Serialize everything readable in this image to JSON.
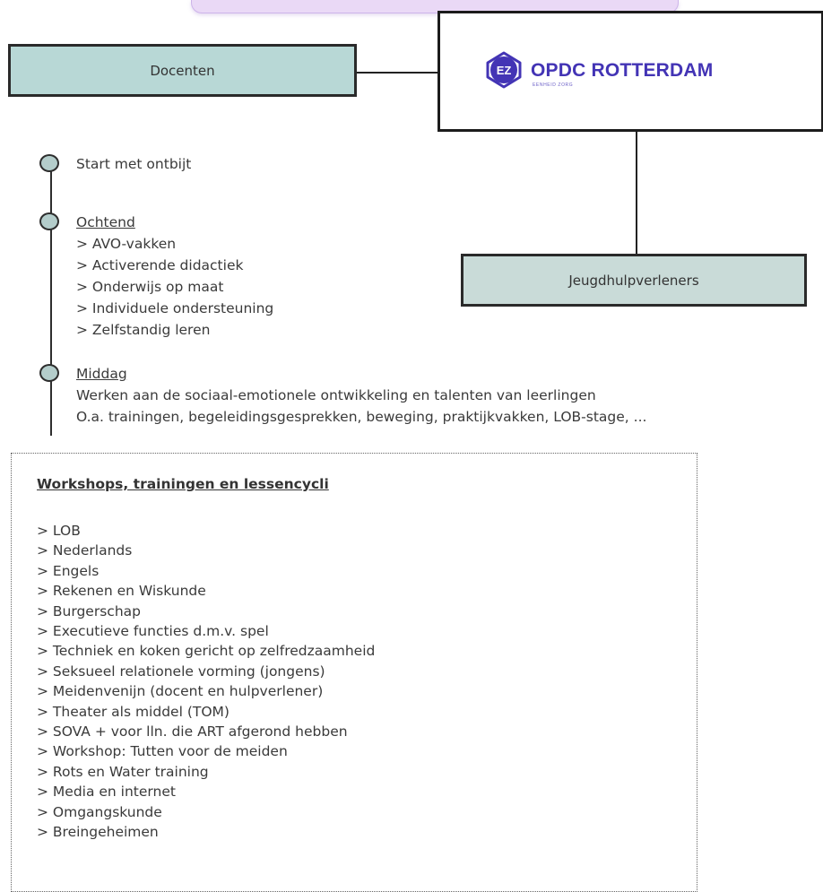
{
  "nodes": {
    "docenten": "Docenten",
    "jeugdhulpverleners": "Jeugdhulpverleners"
  },
  "logo": {
    "mark_text": "EZ",
    "name": "OPDC ROTTERDAM",
    "subtitle": "EENHEID ZORG",
    "color": "#4334b5"
  },
  "timeline": {
    "start": "Start met ontbijt",
    "ochtend": {
      "heading": "Ochtend",
      "items": [
        "> AVO-vakken",
        "> Activerende didactiek",
        "> Onderwijs op maat",
        "> Individuele ondersteuning",
        "> Zelfstandig leren"
      ]
    },
    "middag": {
      "heading": "Middag",
      "lines": [
        "Werken aan de sociaal-emotionele ontwikkeling en talenten van leerlingen",
        "O.a. trainingen, begeleidingsgesprekken, beweging, praktijkvakken, LOB-stage, ..."
      ]
    }
  },
  "workshops": {
    "title": "Workshops, trainingen en lessencycli",
    "items": [
      "> LOB",
      "> Nederlands",
      "> Engels",
      "> Rekenen en Wiskunde",
      "> Burgerschap",
      "> Executieve functies d.m.v. spel",
      "> Techniek en koken gericht op zelfredzaamheid",
      "> Seksueel relationele vorming (jongens)",
      "> Meidenvenijn (docent en hulpverlener)",
      "> Theater als middel (TOM)",
      "> SOVA + voor lln. die ART afgerond hebben",
      "> Workshop: Tutten voor de meiden",
      "> Rots en Water training",
      "> Media en internet",
      "> Omgangskunde",
      "> Breingeheimen"
    ]
  },
  "colors": {
    "docenten_fill": "#b8d8d6",
    "jeugd_fill": "#c9dbd8",
    "timeline_node_fill": "#b4cdcb",
    "top_tab_fill": "#ead9f6"
  }
}
